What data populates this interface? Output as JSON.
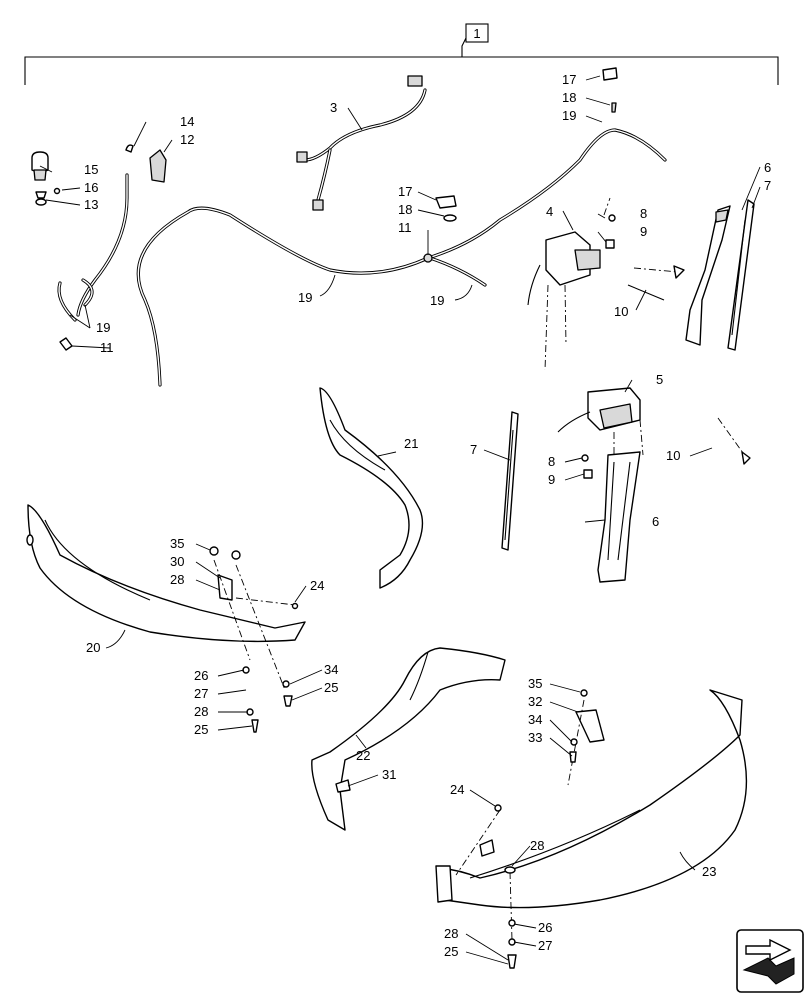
{
  "assembly_ref": "1",
  "labels": {
    "l3": "3",
    "l4": "4",
    "l5": "5",
    "l6a": "6",
    "l6b": "6",
    "l7a": "7",
    "l7b": "7",
    "l8a": "8",
    "l8b": "8",
    "l9a": "9",
    "l9b": "9",
    "l10a": "10",
    "l10b": "10",
    "l11a": "11",
    "l11b": "11",
    "l12": "12",
    "l13": "13",
    "l14": "14",
    "l15": "15",
    "l16": "16",
    "l17a": "17",
    "l17b": "17",
    "l18a": "18",
    "l18b": "18",
    "l19a": "19",
    "l19b": "19",
    "l19c": "19",
    "l19d": "19",
    "l20": "20",
    "l21": "21",
    "l22": "22",
    "l23": "23",
    "l24a": "24",
    "l24b": "24",
    "l25a": "25",
    "l25b": "25",
    "l25c": "25",
    "l26a": "26",
    "l26b": "26",
    "l27a": "27",
    "l27b": "27",
    "l28a": "28",
    "l28b": "28",
    "l28c": "28",
    "l28d": "28",
    "l30": "30",
    "l31": "31",
    "l32": "32",
    "l33": "33",
    "l34a": "34",
    "l34b": "34",
    "l35a": "35",
    "l35b": "35"
  },
  "icons": {
    "nav": "next-page-arrow-icon"
  }
}
